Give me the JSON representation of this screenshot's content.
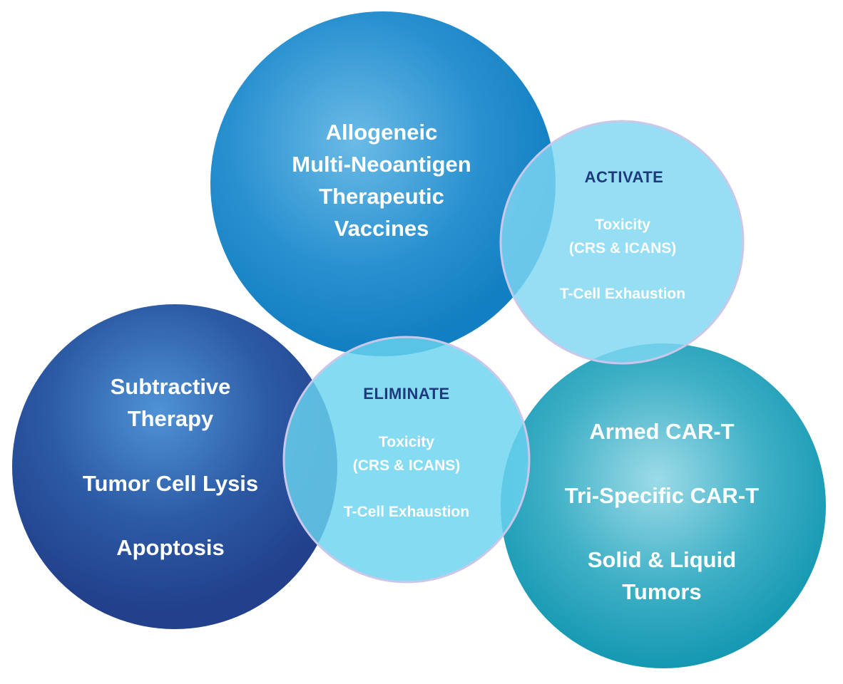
{
  "colors": {
    "vaccine_circle": "#127fc2",
    "activate_circle": "#7fd7f1",
    "subtractive_circle": "#22408b",
    "eliminate_circle": "#6ad3ef",
    "cart_circle": "#1196b0",
    "heading_text": "#1f3a7c"
  },
  "vaccines": {
    "lines": [
      "Allogeneic",
      "Multi-Neoantigen",
      "Therapeutic",
      "Vaccines"
    ]
  },
  "activate": {
    "heading": "ACTIVATE",
    "toxicity": "Toxicity",
    "toxicity_detail": "(CRS & ICANS)",
    "exhaustion": "T-Cell Exhaustion"
  },
  "subtractive": {
    "line1": "Subtractive",
    "line2": "Therapy",
    "lysis": "Tumor Cell Lysis",
    "apoptosis": "Apoptosis"
  },
  "eliminate": {
    "heading": "ELIMINATE",
    "toxicity": "Toxicity",
    "toxicity_detail": "(CRS & ICANS)",
    "exhaustion": "T-Cell Exhaustion"
  },
  "cart": {
    "armed": "Armed CAR-T",
    "trispecific": "Tri-Specific CAR-T",
    "tumors_line1": "Solid & Liquid",
    "tumors_line2": "Tumors"
  }
}
